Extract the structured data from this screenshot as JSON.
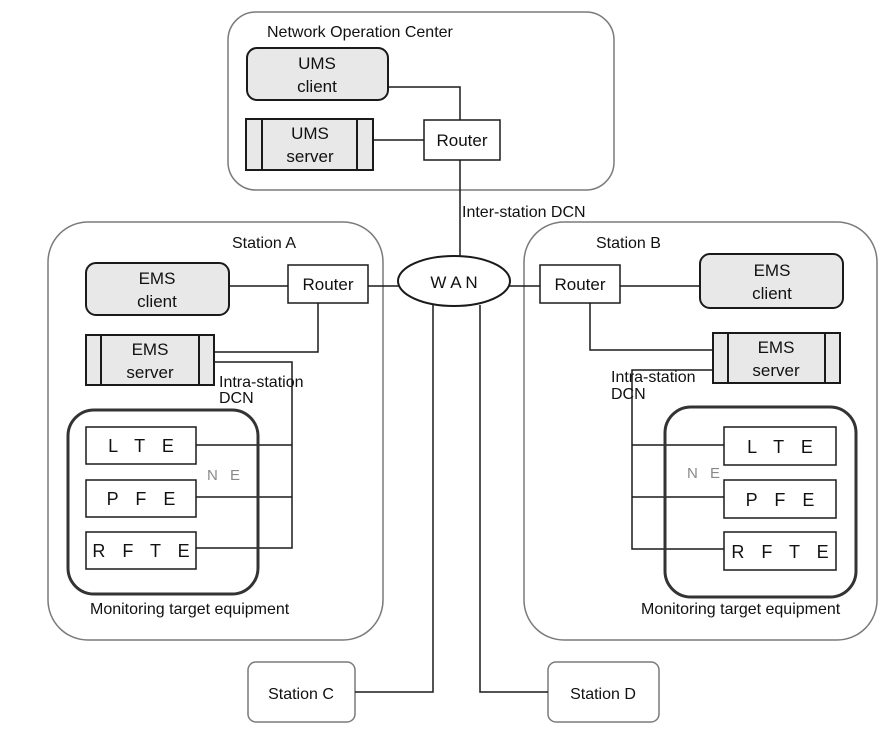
{
  "noc": {
    "title": "Network Operation Center",
    "ums_client": [
      "UMS",
      "client"
    ],
    "ums_server": [
      "UMS",
      "server"
    ],
    "router": "Router"
  },
  "links": {
    "inter_station": "Inter-station DCN",
    "intra_station_a": [
      "Intra-station",
      "DCN"
    ],
    "intra_station_b": [
      "Intra-station",
      "DCN"
    ]
  },
  "wan": "W A N",
  "station_a": {
    "title": "Station A",
    "ems_client": [
      "EMS",
      "client"
    ],
    "ems_server": [
      "EMS",
      "server"
    ],
    "router": "Router",
    "ne_label": "N E",
    "equipment": [
      "L T E",
      "P F E",
      "R F T E"
    ],
    "caption": "Monitoring target equipment"
  },
  "station_b": {
    "title": "Station B",
    "ems_client": [
      "EMS",
      "client"
    ],
    "ems_server": [
      "EMS",
      "server"
    ],
    "router": "Router",
    "ne_label": "N E",
    "equipment": [
      "L T E",
      "P F E",
      "R F T E"
    ],
    "caption": "Monitoring target equipment"
  },
  "station_c": {
    "title": "Station C"
  },
  "station_d": {
    "title": "Station D"
  }
}
